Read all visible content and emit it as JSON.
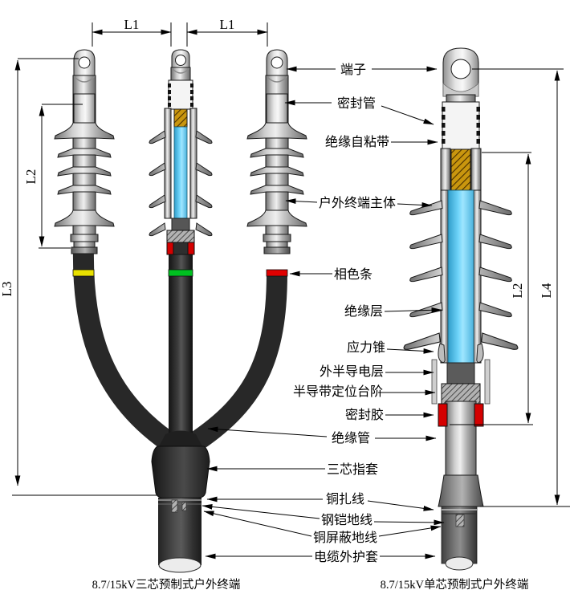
{
  "captions": {
    "three_core": "8.7/15kV三芯预制式户外终端",
    "single_core": "8.7/15kV单芯预制式户外终端"
  },
  "dimensions": {
    "l1_left": "L1",
    "l1_right": "L1",
    "l2_left": "L2",
    "l3": "L3",
    "l2_right": "L2",
    "l4": "L4"
  },
  "labels": {
    "terminal": "端子",
    "sealing_tube": "密封管",
    "insulating_self_adhesive_tape": "绝缘自粘带",
    "outdoor_termination_body": "户外终端主体",
    "phase_color_strip": "相色条",
    "insulation_layer": "绝缘层",
    "stress_cone": "应力锥",
    "outer_semiconductive_layer": "外半导电层",
    "semiconductive_tape_positioning_step": "半导带定位台阶",
    "sealing_glue": "密封胶",
    "insulating_tube": "绝缘管",
    "three_core_glove": "三芯指套",
    "copper_binding_wire": "铜扎线",
    "steel_armor_ground_wire": "钢铠地线",
    "copper_shield_ground_wire": "铜屏蔽地线",
    "cable_outer_sheath": "电缆外护套"
  },
  "colors": {
    "insulation_blue": "#58c6f2",
    "conductor_gold": "#c9960e",
    "sealing_glue_red": "#d40000",
    "phase_yellow": "#e8e000",
    "phase_green": "#00c020",
    "phase_red": "#e00000",
    "metal_grey": "#c0c0c0",
    "cable_black": "#262626",
    "line_black": "#000000"
  }
}
